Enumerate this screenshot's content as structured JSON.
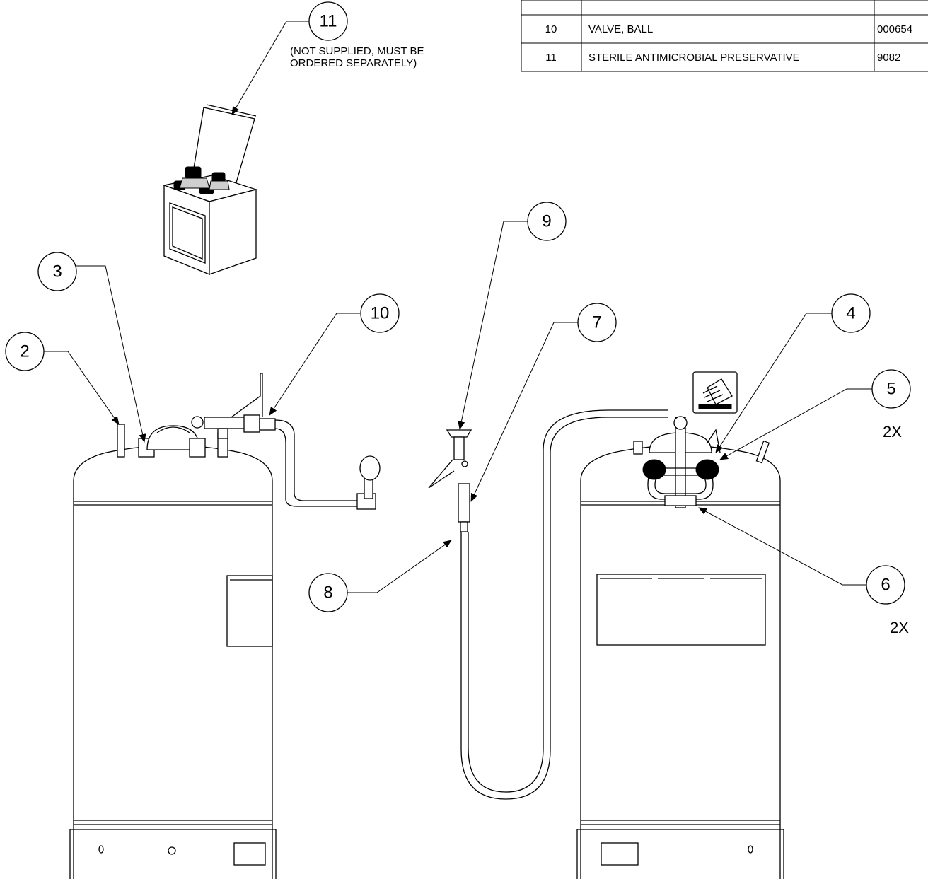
{
  "parts_table": {
    "rows": [
      {
        "item": "10",
        "description": "VALVE, BALL",
        "part_no": "000654"
      },
      {
        "item": "11",
        "description": "STERILE ANTIMICROBIAL PRESERVATIVE",
        "part_no": "9082"
      }
    ]
  },
  "callouts": [
    {
      "id": "c11",
      "label": "11"
    },
    {
      "id": "c9",
      "label": "9"
    },
    {
      "id": "c3",
      "label": "3"
    },
    {
      "id": "c10",
      "label": "10"
    },
    {
      "id": "c2",
      "label": "2"
    },
    {
      "id": "c7",
      "label": "7"
    },
    {
      "id": "c4",
      "label": "4"
    },
    {
      "id": "c5",
      "label": "5"
    },
    {
      "id": "c6",
      "label": "6"
    },
    {
      "id": "c8",
      "label": "8"
    }
  ],
  "notes": {
    "not_supplied_line1": "(NOT SUPPLIED, MUST BE",
    "not_supplied_line2": "ORDERED SEPARATELY)",
    "qty_5": "2X",
    "qty_6": "2X"
  }
}
